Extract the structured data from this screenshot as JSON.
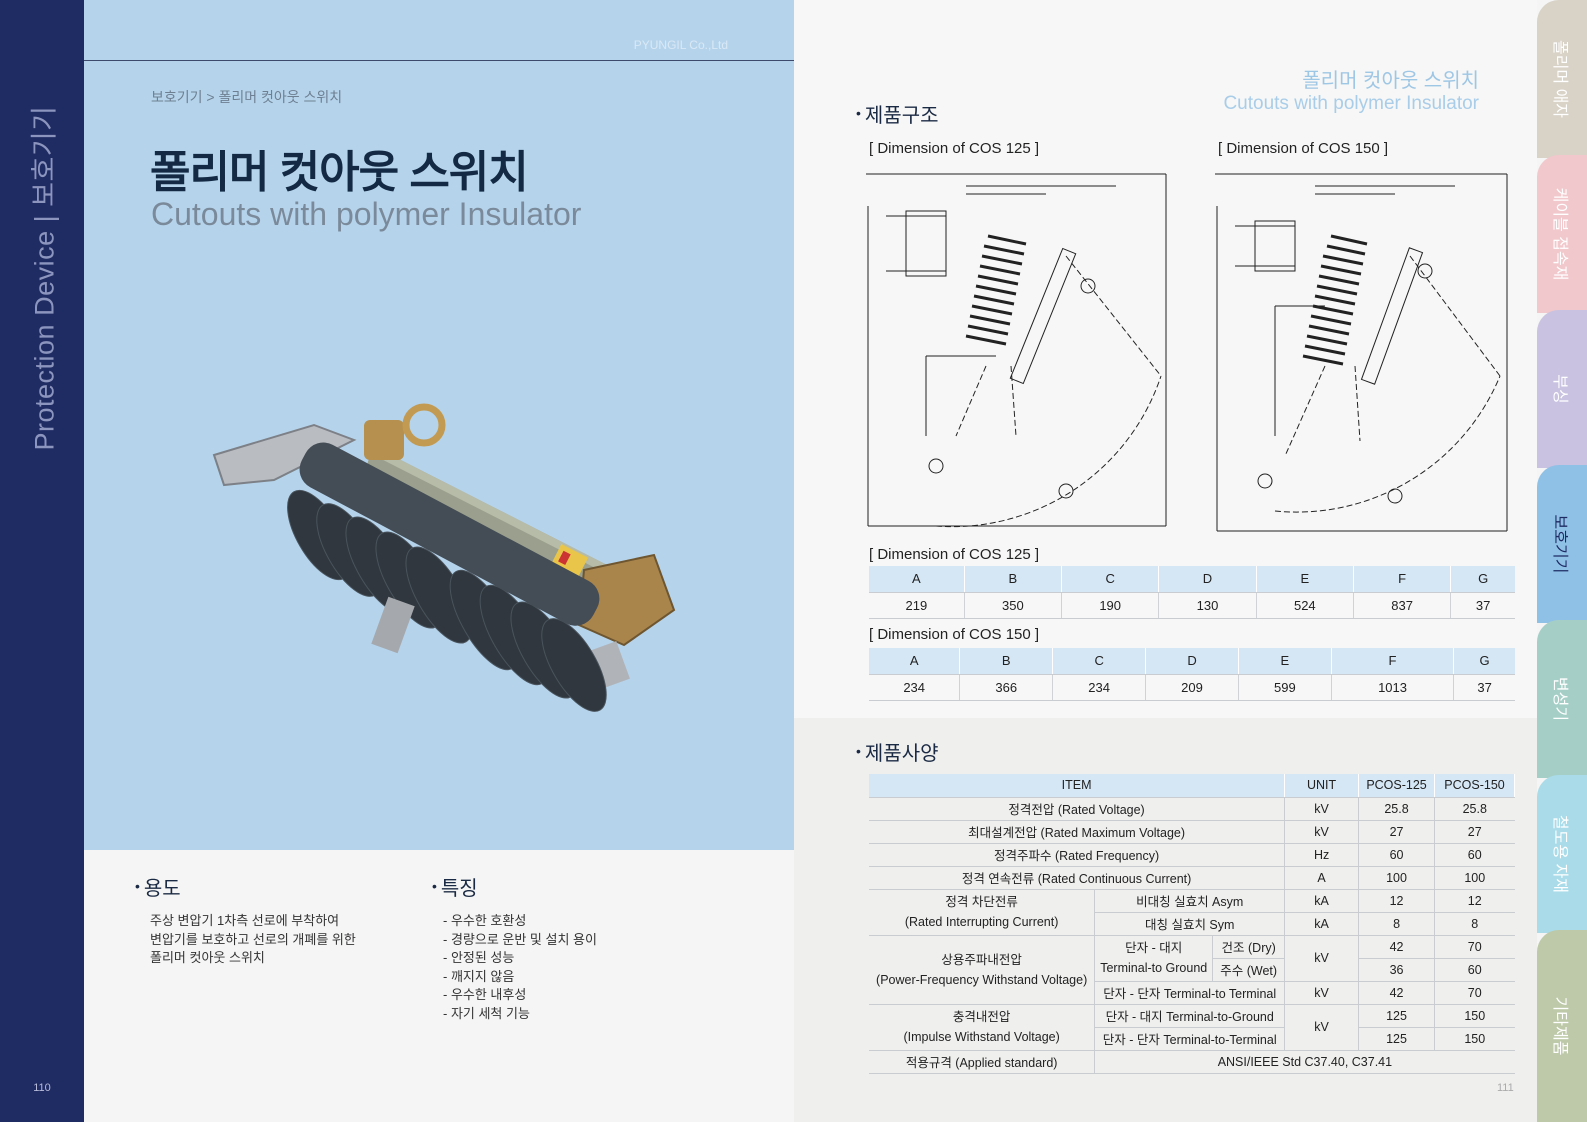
{
  "left_page": {
    "spine_title": "Protection Device  |  보호기기",
    "page_number": "110",
    "company": "PYUNGIL Co.,Ltd",
    "breadcrumb": "보호기기 > 폴리머 컷아웃 스위치",
    "title_ko": "폴리머 컷아웃 스위치",
    "title_en": "Cutouts with polymer Insulator",
    "usage": {
      "heading": "용도",
      "lines": [
        "주상 변압기 1차측 선로에 부착하여",
        "변압기를 보호하고 선로의 개폐를 위한",
        "폴리머 컷아웃 스위치"
      ]
    },
    "features": {
      "heading": "특징",
      "lines": [
        "- 우수한 호환성",
        "- 경량으로 운반 및 설치 용이",
        "- 안정된 성능",
        "- 깨지지 않음",
        "- 우수한 내후성",
        "- 자기 세척 기능"
      ]
    }
  },
  "right_page": {
    "header_ko": "폴리머 컷아웃 스위치",
    "header_en": "Cutouts with polymer Insulator",
    "structure_heading": "제품구조",
    "drawing_labels": [
      "[ Dimension of COS 125 ]",
      "[ Dimension of COS 150 ]"
    ],
    "dim_tables": [
      {
        "title": "[ Dimension of COS 125 ]",
        "headers": [
          "A",
          "B",
          "C",
          "D",
          "E",
          "F",
          "G"
        ],
        "values": [
          "219",
          "350",
          "190",
          "130",
          "524",
          "837",
          "37"
        ]
      },
      {
        "title": "[ Dimension of COS 150 ]",
        "headers": [
          "A",
          "B",
          "C",
          "D",
          "E",
          "F",
          "G"
        ],
        "values": [
          "234",
          "366",
          "234",
          "209",
          "599",
          "1013",
          "37"
        ]
      }
    ],
    "spec_heading": "제품사양",
    "spec": {
      "headers": [
        "ITEM",
        "UNIT",
        "PCOS-125",
        "PCOS-150"
      ],
      "rated_voltage": [
        "정격전압 (Rated Voltage)",
        "kV",
        "25.8",
        "25.8"
      ],
      "max_voltage": [
        "최대설계전압 (Rated Maximum Voltage)",
        "kV",
        "27",
        "27"
      ],
      "frequency": [
        "정격주파수 (Rated Frequency)",
        "Hz",
        "60",
        "60"
      ],
      "continuous": [
        "정격 연속전류 (Rated Continuous Current)",
        "A",
        "100",
        "100"
      ],
      "interrupting": {
        "label_ko": "정격 차단전류",
        "label_en": "(Rated Interrupting Current)",
        "asym": [
          "비대칭 실효치 Asym",
          "kA",
          "12",
          "12"
        ],
        "sym": [
          "대칭 실효치 Sym",
          "kA",
          "8",
          "8"
        ]
      },
      "power_freq": {
        "label_ko": "상용주파내전압",
        "label_en": "(Power-Frequency Withstand Voltage)",
        "tg_ko": "단자 - 대지",
        "tg_en": "Terminal-to Ground",
        "dry": "건조 (Dry)",
        "wet": "주수 (Wet)",
        "unit": "kV",
        "dry_vals": [
          "42",
          "70"
        ],
        "wet_vals": [
          "36",
          "60"
        ],
        "tt": [
          "단자 - 단자 Terminal-to Terminal",
          "kV",
          "42",
          "70"
        ]
      },
      "impulse": {
        "label_ko": "충격내전압",
        "label_en": "(Impulse Withstand Voltage)",
        "tg": "단자 - 대지 Terminal-to-Ground",
        "tt": "단자 - 단자 Terminal-to-Terminal",
        "unit": "kV",
        "tg_vals": [
          "125",
          "150"
        ],
        "tt_vals": [
          "125",
          "150"
        ]
      },
      "standard": [
        "적용규격 (Applied standard)",
        "ANSI/IEEE Std C37.40, C37.41"
      ]
    },
    "page_number": "111"
  },
  "side_tabs": [
    {
      "label": "폴리머 애자",
      "color": "#d8d2c7"
    },
    {
      "label": "케이블 접속재",
      "color": "#f1c8cc"
    },
    {
      "label": "부싱",
      "color": "#c9c2e0"
    },
    {
      "label": "보호기기",
      "color": "#8fc0e6",
      "text_color": "#1f2b63"
    },
    {
      "label": "변성기",
      "color": "#a5cfc6"
    },
    {
      "label": "철도용 자재",
      "color": "#a9dbe9"
    },
    {
      "label": "기타제품",
      "color": "#bdc9a9"
    }
  ]
}
